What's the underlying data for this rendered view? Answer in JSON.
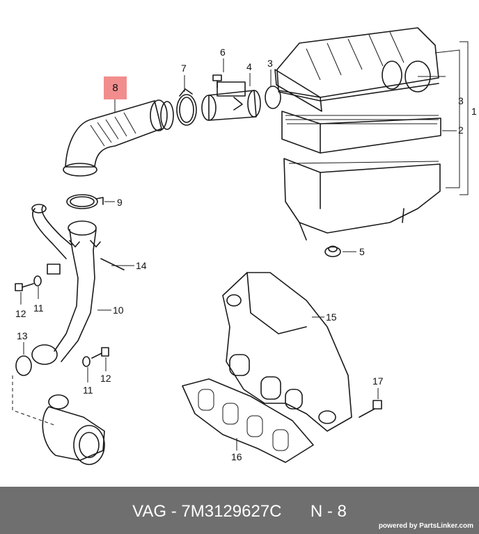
{
  "diagram": {
    "callouts": [
      "1",
      "2",
      "3",
      "3",
      "4",
      "5",
      "6",
      "7",
      "8",
      "9",
      "10",
      "11",
      "11",
      "12",
      "12",
      "13",
      "14",
      "15",
      "16",
      "17"
    ],
    "highlighted_callout": "8"
  },
  "footer": {
    "brand": "VAG",
    "separator": "-",
    "part_number": "7M3129627C",
    "position_label": "N - 8",
    "powered_by": "powered by PartsLinker.com"
  },
  "colors": {
    "highlight": "#f28d8d",
    "footer_bg": "#6f6f6f",
    "footer_text": "#ffffff"
  }
}
